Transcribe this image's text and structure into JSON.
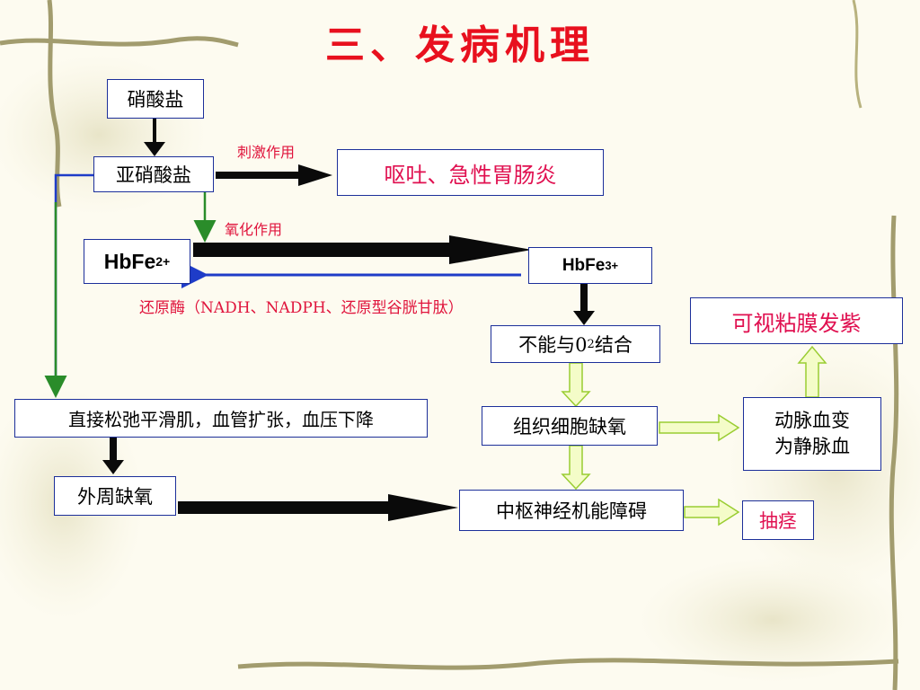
{
  "title": "三、发病机理",
  "boxes": {
    "nitrate": "硝酸盐",
    "nitrite": "亚硝酸盐",
    "vomit": "呕吐、急性胃肠炎",
    "hbfe2_base": "HbFe",
    "hbfe2_sup": "2+",
    "hbfe3_base": "HbFe",
    "hbfe3_sup": "3+",
    "no_o2_pre": "不能与0",
    "no_o2_sub": "2",
    "no_o2_post": "结合",
    "cyanosis": "可视粘膜发紫",
    "smooth_muscle": "直接松弛平滑肌，血管扩张，血压下降",
    "tissue_hypoxia": "组织细胞缺氧",
    "arterial_line1": "动脉血变",
    "arterial_line2": "为静脉血",
    "peripheral_hypoxia": "外周缺氧",
    "cns": "中枢神经机能障碍",
    "convulsion": "抽痉"
  },
  "labels": {
    "stimulation": "刺激作用",
    "oxidation": "氧化作用",
    "reductase": "还原酶（NADH、NADPH、还原型谷胱甘肽）"
  },
  "colors": {
    "title": "#e8101e",
    "box_border": "#1c2f9a",
    "highlight_text": "#e01050",
    "label": "#e0143c",
    "black_arrow": "#0a0a0a",
    "blue_arrow": "#1e3cc8",
    "green_line": "#2a8c2a",
    "hollow_arrow_fill": "#f4fcc8",
    "hollow_arrow_stroke": "#9acd32"
  }
}
